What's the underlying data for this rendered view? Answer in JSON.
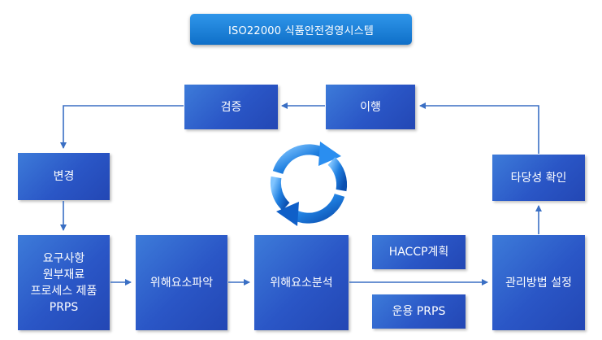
{
  "title": "ISO22000  식품안전경영시스템",
  "boxes": {
    "verify": "검증",
    "implement": "이행",
    "change": "변경",
    "validate": "타당성 확인",
    "requirements": [
      "요구사항",
      "원부재료",
      "프로세스 제품",
      "PRPS"
    ],
    "hazard_identification": "위해요소파악",
    "hazard_analysis": "위해요소분석",
    "haccp_plan": "HACCP계획",
    "operational_prps": "운용 PRPS",
    "control_setup": "관리방법 설정"
  },
  "colors": {
    "box_blue": "#2a56c6",
    "title_blue": "#0f6fc8",
    "arrow": "#3a6fc4",
    "cycle_blue": "#1f7fe0"
  }
}
